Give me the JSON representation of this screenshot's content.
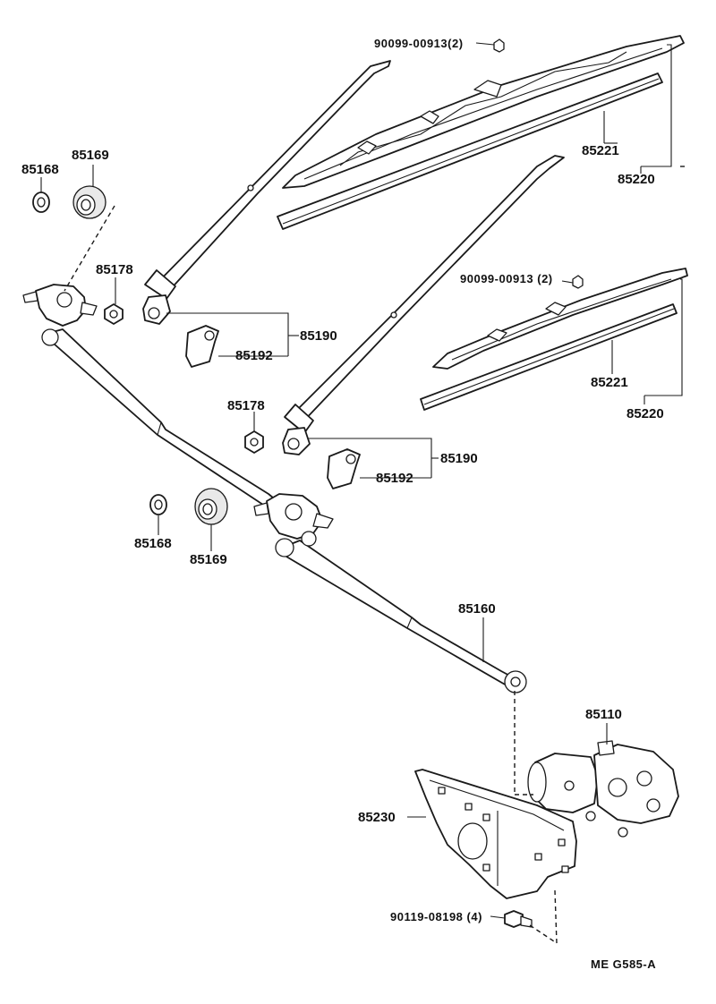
{
  "diagram": {
    "labels": {
      "bolt_top": "90099-00913(2)",
      "bolt_mid": "90099-00913 (2)",
      "screw_bottom": "90119-08198 (4)",
      "blade_assy_upper": "85220",
      "blade_insert_upper": "85221",
      "blade_assy_lower": "85220",
      "blade_insert_lower": "85221",
      "nut_left": "85168",
      "grommet_left": "85169",
      "nut_lower": "85168",
      "grommet_lower": "85169",
      "washer_left": "85178",
      "washer_mid": "85178",
      "arm_left": "85190",
      "arm_right": "85190",
      "cap_left": "85192",
      "cap_right": "85192",
      "link": "85160",
      "motor": "85110",
      "bracket": "85230",
      "figure_code": "ME  G585-A"
    }
  }
}
